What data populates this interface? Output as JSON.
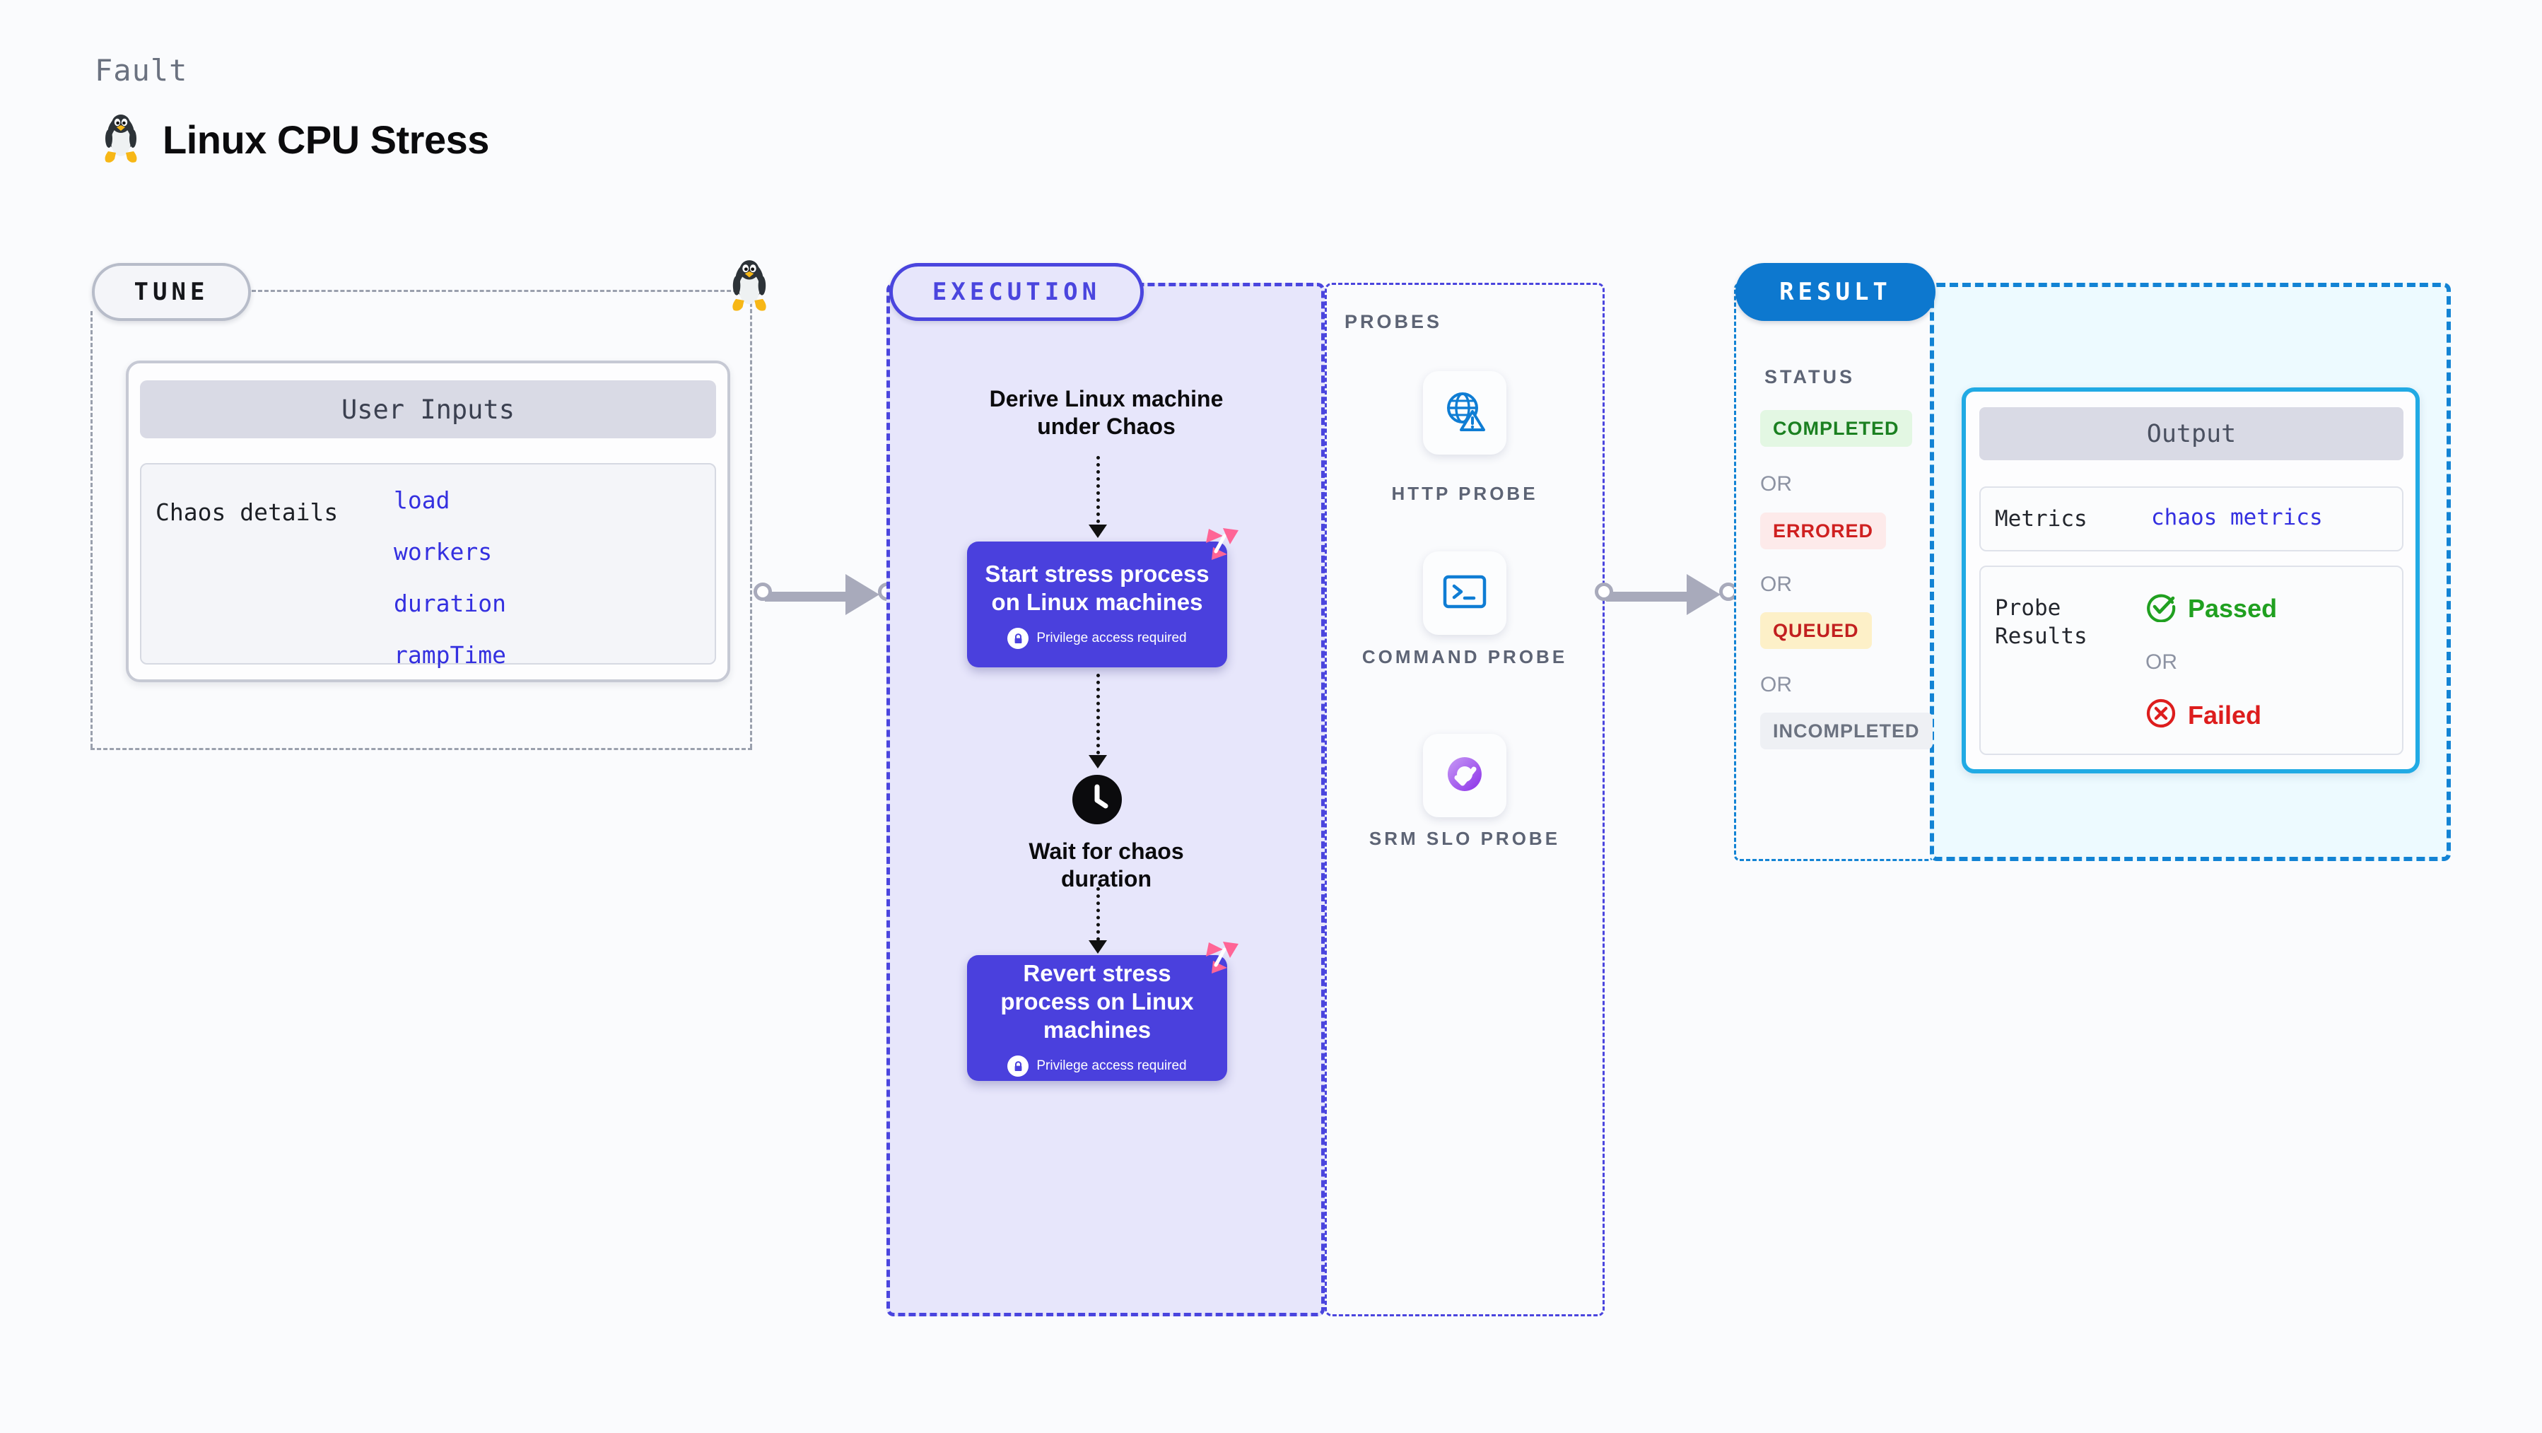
{
  "header": {
    "eyebrow": "Fault",
    "title": "Linux CPU Stress",
    "icon": "tux-penguin-icon"
  },
  "tune": {
    "pill_label": "TUNE",
    "card_title": "User Inputs",
    "row_label": "Chaos details",
    "params": [
      "load",
      "workers",
      "duration",
      "rampTime"
    ],
    "edge_icon": "tux-penguin-icon"
  },
  "execution": {
    "pill_label": "EXECUTION",
    "derive_node": "Derive Linux machine under Chaos",
    "start_card": {
      "title": "Start stress process on Linux machines",
      "privilege_note": "Privilege access required",
      "badge_icon": "harness-logo-icon",
      "lock_icon": "lock-icon"
    },
    "wait_node": {
      "label": "Wait for chaos duration",
      "icon": "clock-icon"
    },
    "revert_card": {
      "title": "Revert stress process on Linux machines",
      "privilege_note": "Privilege access required",
      "badge_icon": "harness-logo-icon",
      "lock_icon": "lock-icon"
    }
  },
  "probes": {
    "title": "PROBES",
    "items": [
      {
        "label": "HTTP PROBE",
        "icon": "globe-warning-icon"
      },
      {
        "label": "COMMAND PROBE",
        "icon": "terminal-icon"
      },
      {
        "label": "SRM SLO PROBE",
        "icon": "slo-donut-check-icon"
      }
    ]
  },
  "result": {
    "pill_label": "RESULT",
    "status_title": "STATUS",
    "or_label": "OR",
    "statuses": [
      {
        "label": "COMPLETED",
        "bg": "#e3f7e3",
        "color": "#1b8021"
      },
      {
        "label": "ERRORED",
        "bg": "#fdeaea",
        "color": "#cf2020"
      },
      {
        "label": "QUEUED",
        "bg": "#fdf0c8",
        "color": "#c22020"
      },
      {
        "label": "INCOMPLETED",
        "bg": "#eef0f4",
        "color": "#6b7280"
      }
    ],
    "output": {
      "title": "Output",
      "metrics_key": "Metrics",
      "metrics_value": "chaos metrics",
      "probe_results_key": "Probe Results",
      "passed_label": "Passed",
      "failed_label": "Failed",
      "or_label": "OR",
      "passed_icon": "check-circle-icon",
      "failed_icon": "x-circle-icon"
    }
  },
  "colors": {
    "indigo": "#4a40dd",
    "indigo_light_bg": "#e7e6fb",
    "result_blue": "#0d78cf",
    "output_cyan_border": "#21aae4",
    "output_bg": "#edfaff",
    "gray_dash": "#9aa0ad",
    "connector": "#a8aabb",
    "harness_pink": "#ff6596",
    "param_blue": "#3430e0"
  }
}
